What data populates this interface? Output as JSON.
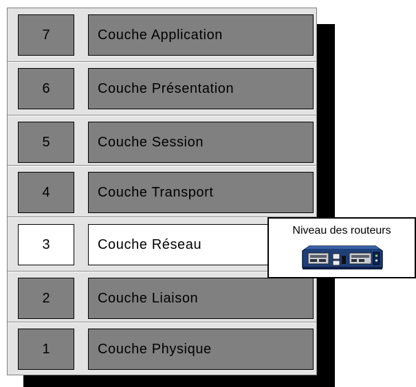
{
  "layers": [
    {
      "number": "7",
      "name": "Couche Application"
    },
    {
      "number": "6",
      "name": "Couche Présentation"
    },
    {
      "number": "5",
      "name": "Couche Session"
    },
    {
      "number": "4",
      "name": "Couche Transport"
    },
    {
      "number": "3",
      "name": "Couche Réseau"
    },
    {
      "number": "2",
      "name": "Couche Liaison"
    },
    {
      "number": "1",
      "name": "Couche Physique"
    }
  ],
  "highlighted_layer": "3",
  "callout": {
    "title": "Niveau des routeurs",
    "image": "router-device"
  },
  "colors": {
    "panel": "#e3e3e3",
    "cell": "#808080",
    "highlight": "#ffffff",
    "shadow": "#000000",
    "router_body": "#1f3f7a"
  }
}
